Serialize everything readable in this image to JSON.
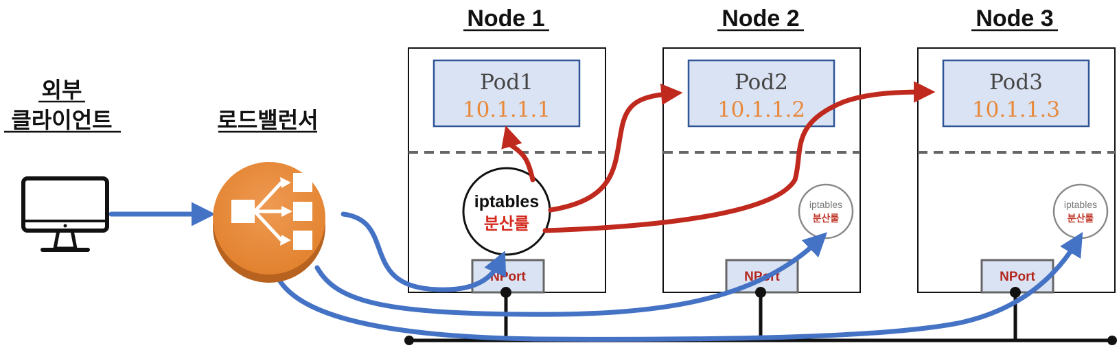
{
  "client": {
    "label_line1": "외부",
    "label_line2": "클라이언트"
  },
  "load_balancer": {
    "label": "로드밸런서",
    "color": "#e8883a"
  },
  "nodes": [
    {
      "title": "Node 1",
      "pod_name": "Pod1",
      "pod_ip": "10.1.1.1",
      "iptables_label": "iptables",
      "iptables_sub": "분산룰",
      "nport_label": "NPort"
    },
    {
      "title": "Node 2",
      "pod_name": "Pod2",
      "pod_ip": "10.1.1.2",
      "iptables_label": "iptables",
      "iptables_sub": "분산룰",
      "nport_label": "NPort"
    },
    {
      "title": "Node 3",
      "pod_name": "Pod3",
      "pod_ip": "10.1.1.3",
      "iptables_label": "iptables",
      "iptables_sub": "분산룰",
      "nport_label": "NPort"
    }
  ],
  "colors": {
    "pod_fill": "#dae3f3",
    "pod_border": "#2f5597",
    "ip_text": "#e8883a",
    "red_arrow": "#c0291d",
    "blue_arrow": "#4472c4",
    "nport_fill": "#dae3f3",
    "nport_border": "#666666"
  }
}
